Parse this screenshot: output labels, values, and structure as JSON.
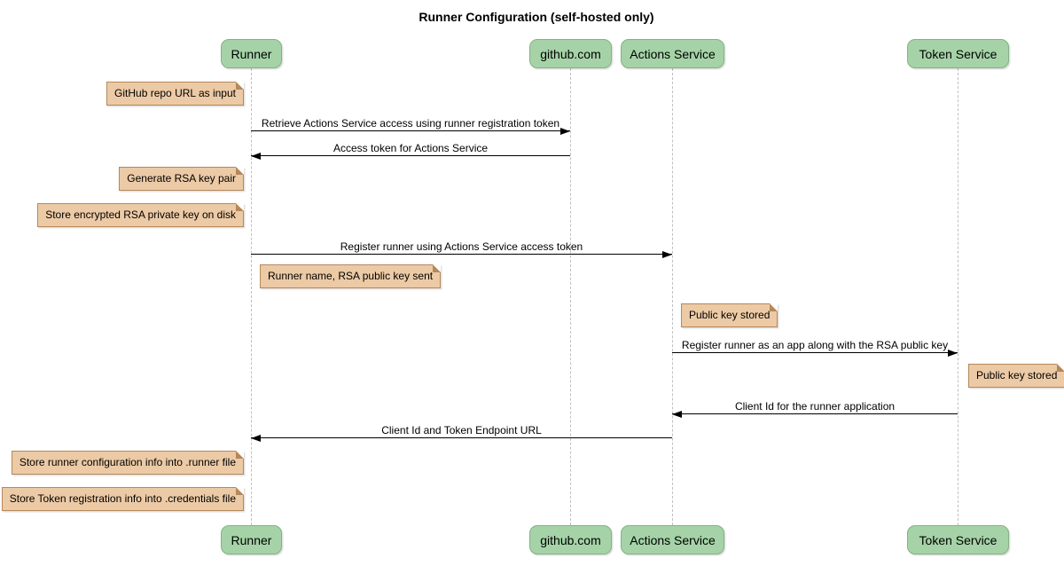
{
  "title": "Runner Configuration (self-hosted only)",
  "participants": [
    {
      "name": "Runner"
    },
    {
      "name": "github.com"
    },
    {
      "name": "Actions Service"
    },
    {
      "name": "Token Service"
    }
  ],
  "messages": [
    {
      "from": "Runner",
      "to": "github.com",
      "label": "Retrieve Actions Service access using runner registration token"
    },
    {
      "from": "github.com",
      "to": "Runner",
      "label": "Access token for Actions Service"
    },
    {
      "from": "Runner",
      "to": "Actions Service",
      "label": "Register runner using Actions Service access token"
    },
    {
      "from": "Actions Service",
      "to": "Token Service",
      "label": "Register runner as an app along with the RSA public key"
    },
    {
      "from": "Token Service",
      "to": "Actions Service",
      "label": "Client Id for the runner application"
    },
    {
      "from": "Actions Service",
      "to": "Runner",
      "label": "Client Id and Token Endpoint URL"
    }
  ],
  "notes": [
    {
      "text": "GitHub repo URL as input",
      "anchor": "Runner",
      "side": "left"
    },
    {
      "text": "Generate RSA key pair",
      "anchor": "Runner",
      "side": "left"
    },
    {
      "text": "Store encrypted RSA private key on disk",
      "anchor": "Runner",
      "side": "left"
    },
    {
      "text": "Runner name, RSA public key sent",
      "anchor": "Runner",
      "side": "right"
    },
    {
      "text": "Public key stored",
      "anchor": "Actions Service",
      "side": "right"
    },
    {
      "text": "Public key stored",
      "anchor": "Token Service",
      "side": "right"
    },
    {
      "text": "Store runner configuration info into .runner file",
      "anchor": "Runner",
      "side": "left"
    },
    {
      "text": "Store Token registration info into .credentials file",
      "anchor": "Runner",
      "side": "left"
    }
  ],
  "colors": {
    "background": "#ffffff",
    "participant_fill": "#a5d3a7",
    "participant_border": "#83b185",
    "note_fill": "#eccaa5",
    "note_border": "#b5885c",
    "lifeline": "#c0c0c0",
    "arrow": "#000000"
  }
}
